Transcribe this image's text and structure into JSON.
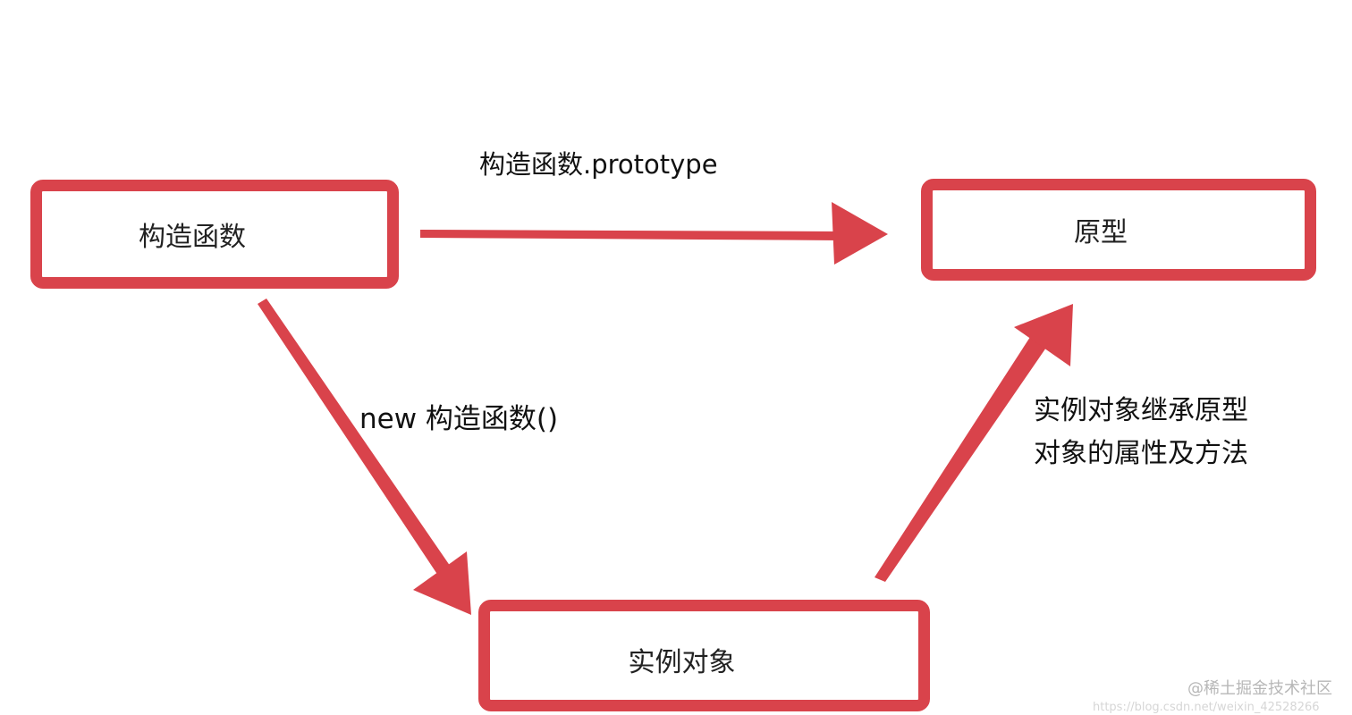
{
  "nodes": {
    "constructor": {
      "label": "构造函数"
    },
    "prototype": {
      "label": "原型"
    },
    "instance": {
      "label": "实例对象"
    }
  },
  "edges": {
    "constructor_to_prototype": {
      "label": "构造函数.prototype"
    },
    "constructor_to_instance": {
      "label": "new 构造函数()"
    },
    "instance_to_prototype": {
      "label_lines": [
        "实例对象继承原型",
        "对象的属性及方法"
      ]
    }
  },
  "watermarks": {
    "juejin": "@稀土掘金技术社区",
    "url": "https://blog.csdn.net/weixin_42528266"
  },
  "colors": {
    "accent": "#d9434b",
    "text": "#222222",
    "background": "#ffffff"
  }
}
